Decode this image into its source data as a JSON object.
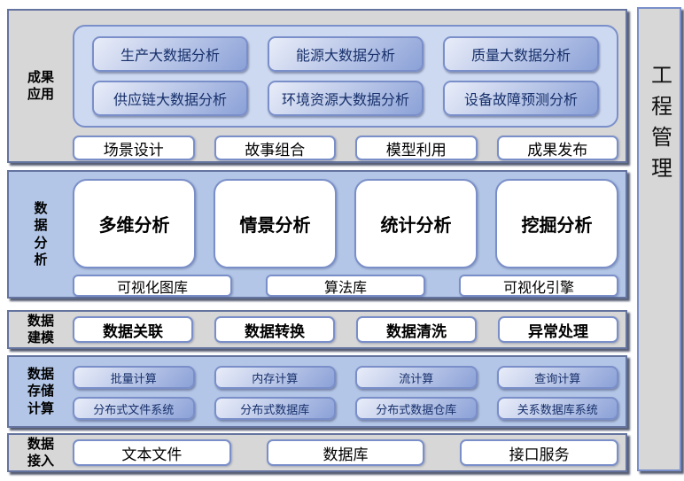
{
  "palette": {
    "section-gray": "#d7d7d7",
    "section-blue": "#b3c6e7",
    "container-blue": "#cdd9f1",
    "grad-start": "#e9edf9",
    "grad-end": "#8ba1d7",
    "box-border": "#7a8fc9",
    "section-border": "#64749f",
    "shadow": "rgba(32,42,70,0.75)",
    "text-navy": "#17306b"
  },
  "sections": {
    "achievement": {
      "label": "成果\n应用",
      "apps": [
        "生产大数据分析",
        "能源大数据分析",
        "质量大数据分析",
        "供应链大数据分析",
        "环境资源大数据分析",
        "设备故障预测分析"
      ],
      "tools": [
        "场景设计",
        "故事组合",
        "模型利用",
        "成果发布"
      ]
    },
    "analysis": {
      "label": "数\n据\n分\n析",
      "methods": [
        "多维分析",
        "情景分析",
        "统计分析",
        "挖掘分析"
      ],
      "engines": [
        "可视化图库",
        "算法库",
        "可视化引擎"
      ]
    },
    "modeling": {
      "label": "数据\n建模",
      "items": [
        "数据关联",
        "数据转换",
        "数据清洗",
        "异常处理"
      ]
    },
    "storage": {
      "label": "数据\n存储\n计算",
      "computing": [
        "批量计算",
        "内存计算",
        "流计算",
        "查询计算"
      ],
      "storing": [
        "分布式文件系统",
        "分布式数据库",
        "分布式数据仓库",
        "关系数据库系统"
      ]
    },
    "access": {
      "label": "数据\n接入",
      "items": [
        "文本文件",
        "数据库",
        "接口服务"
      ]
    },
    "management": {
      "label": "工程管理"
    }
  }
}
